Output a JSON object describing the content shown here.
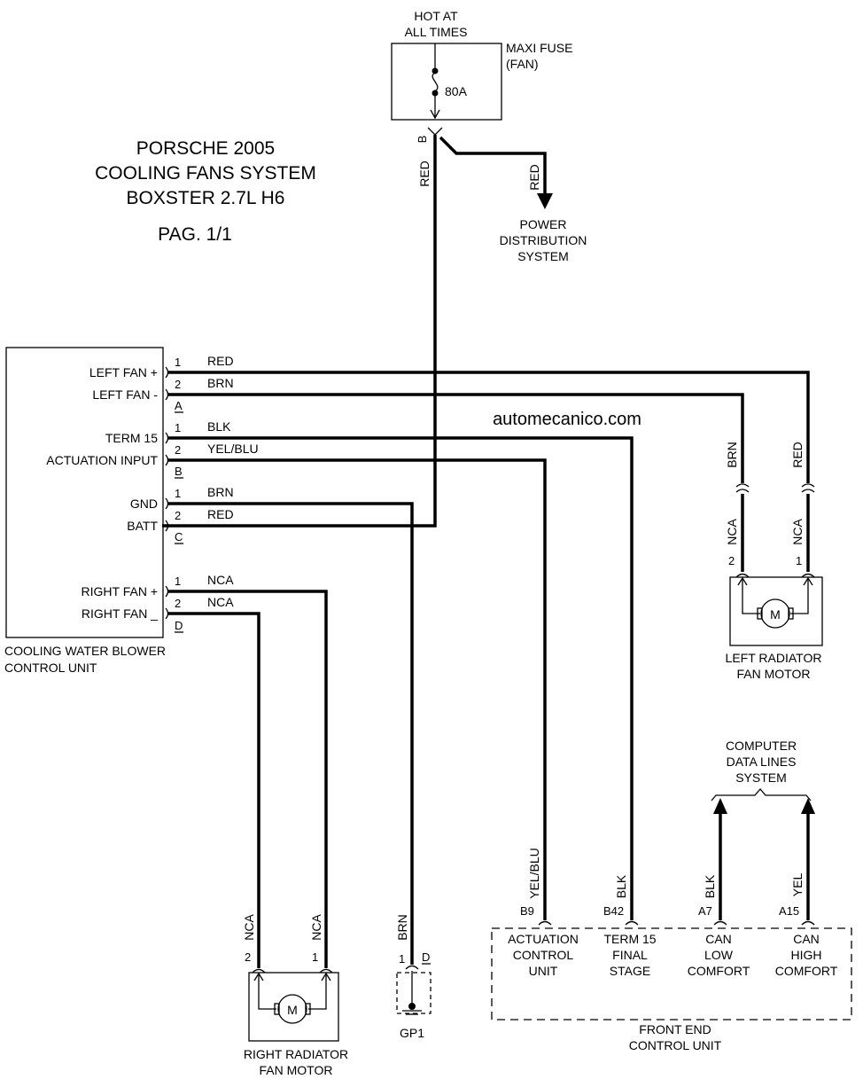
{
  "title": {
    "line1": "PORSCHE 2005",
    "line2": "COOLING FANS SYSTEM",
    "line3": "BOXSTER 2.7L H6",
    "page": "PAG. 1/1"
  },
  "watermark": "automecanico.com",
  "fuse": {
    "hot_line1": "HOT AT",
    "hot_line2": "ALL TIMES",
    "name_line1": "MAXI FUSE",
    "name_line2": "(FAN)",
    "rating": "80A",
    "pin": "B",
    "wire_down": "RED",
    "wire_branch": "RED"
  },
  "power_distribution": {
    "line1": "POWER",
    "line2": "DISTRIBUTION",
    "line3": "SYSTEM"
  },
  "control_unit": {
    "name_line1": "COOLING WATER BLOWER",
    "name_line2": "CONTROL UNIT",
    "pins": [
      {
        "label": "LEFT FAN +",
        "pin": "1",
        "wire": "RED"
      },
      {
        "label": "LEFT FAN -",
        "pin": "2",
        "wire": "BRN"
      },
      {
        "label": "TERM 15",
        "pin": "1",
        "wire": "BLK"
      },
      {
        "label": "ACTUATION INPUT",
        "pin": "2",
        "wire": "YEL/BLU"
      },
      {
        "label": "GND",
        "pin": "1",
        "wire": "BRN"
      },
      {
        "label": "BATT",
        "pin": "2",
        "wire": "RED"
      },
      {
        "label": "RIGHT FAN +",
        "pin": "1",
        "wire": "NCA"
      },
      {
        "label": "RIGHT FAN _",
        "pin": "2",
        "wire": "NCA"
      }
    ],
    "connectors": [
      "A",
      "B",
      "C",
      "D"
    ]
  },
  "left_motor": {
    "name_line1": "LEFT RADIATOR",
    "name_line2": "FAN MOTOR",
    "symbol": "M",
    "wire_top_left": "BRN",
    "wire_top_right": "RED",
    "wire_bottom_left": "NCA",
    "wire_bottom_right": "NCA",
    "pin_left": "2",
    "pin_right": "1"
  },
  "right_motor": {
    "name_line1": "RIGHT RADIATOR",
    "name_line2": "FAN MOTOR",
    "symbol": "M",
    "wire_left": "NCA",
    "wire_right": "NCA",
    "pin_left": "2",
    "pin_right": "1"
  },
  "ground": {
    "wire": "BRN",
    "pin": "1",
    "connector": "D",
    "name": "GP1"
  },
  "data_lines": {
    "line1": "COMPUTER",
    "line2": "DATA LINES",
    "line3": "SYSTEM"
  },
  "front_end": {
    "name_line1": "FRONT END",
    "name_line2": "CONTROL UNIT",
    "terminals": [
      {
        "pin": "B9",
        "wire": "YEL/BLU",
        "line1": "ACTUATION",
        "line2": "CONTROL",
        "line3": "UNIT"
      },
      {
        "pin": "B42",
        "wire": "BLK",
        "line1": "TERM 15",
        "line2": "FINAL",
        "line3": "STAGE"
      },
      {
        "pin": "A7",
        "wire": "BLK",
        "line1": "CAN",
        "line2": "LOW",
        "line3": "COMFORT"
      },
      {
        "pin": "A15",
        "wire": "YEL",
        "line1": "CAN",
        "line2": "HIGH",
        "line3": "COMFORT"
      }
    ]
  }
}
